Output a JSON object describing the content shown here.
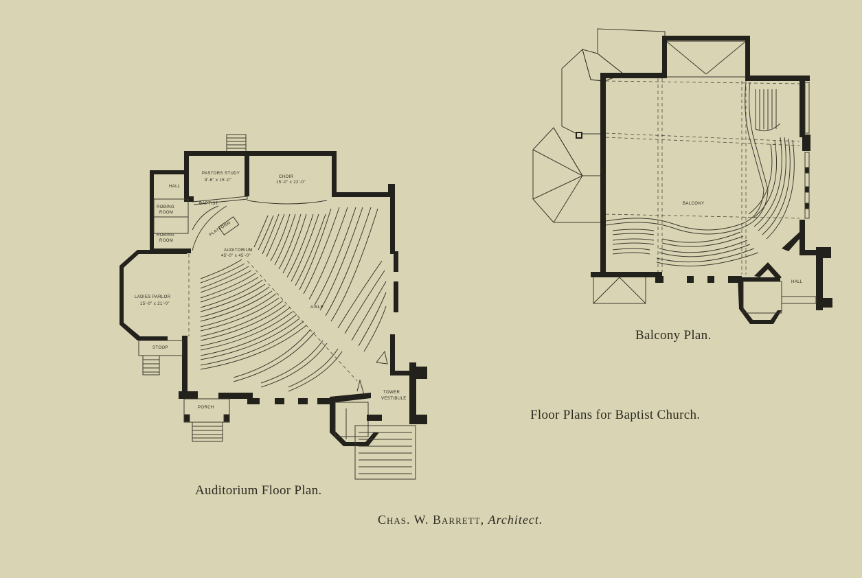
{
  "captions": {
    "auditorium": "Auditorium Floor Plan.",
    "balcony": "Balcony Plan.",
    "title": "Floor Plans for Baptist Church.",
    "architect_name": "Chas. W. Barrett,",
    "architect_role": "Architect."
  },
  "auditorium_rooms": {
    "pastors_study": "PASTORS STUDY",
    "pastors_study_dim": "9'-6\" x 15'-0\"",
    "choir": "CHOIR",
    "choir_dim": "15'-0\" x 22'-0\"",
    "hall": "HALL",
    "robing_room_1": "ROBING",
    "robing_room_1b": "ROOM",
    "robing_room_2": "ROBING",
    "robing_room_2b": "ROOM",
    "baptistry": "BAPTIST.",
    "platform": "PLATFORM",
    "auditorium": "AUDITORIUM",
    "auditorium_dim": "45'-0\" x 45'-0\"",
    "ladies_parlor": "LADIES PARLOR",
    "ladies_parlor_dim": "15'-0\" x 21'-0\"",
    "stoop": "STOOP",
    "aisle": "AISLE",
    "porch": "PORCH",
    "tower_vestibule_1": "TOWER",
    "tower_vestibule_2": "VESTIBULE"
  },
  "balcony_rooms": {
    "balcony": "BALCONY",
    "hall": "HALL"
  },
  "colors": {
    "paper": "#d9d5b4",
    "ink": "#23211b"
  }
}
